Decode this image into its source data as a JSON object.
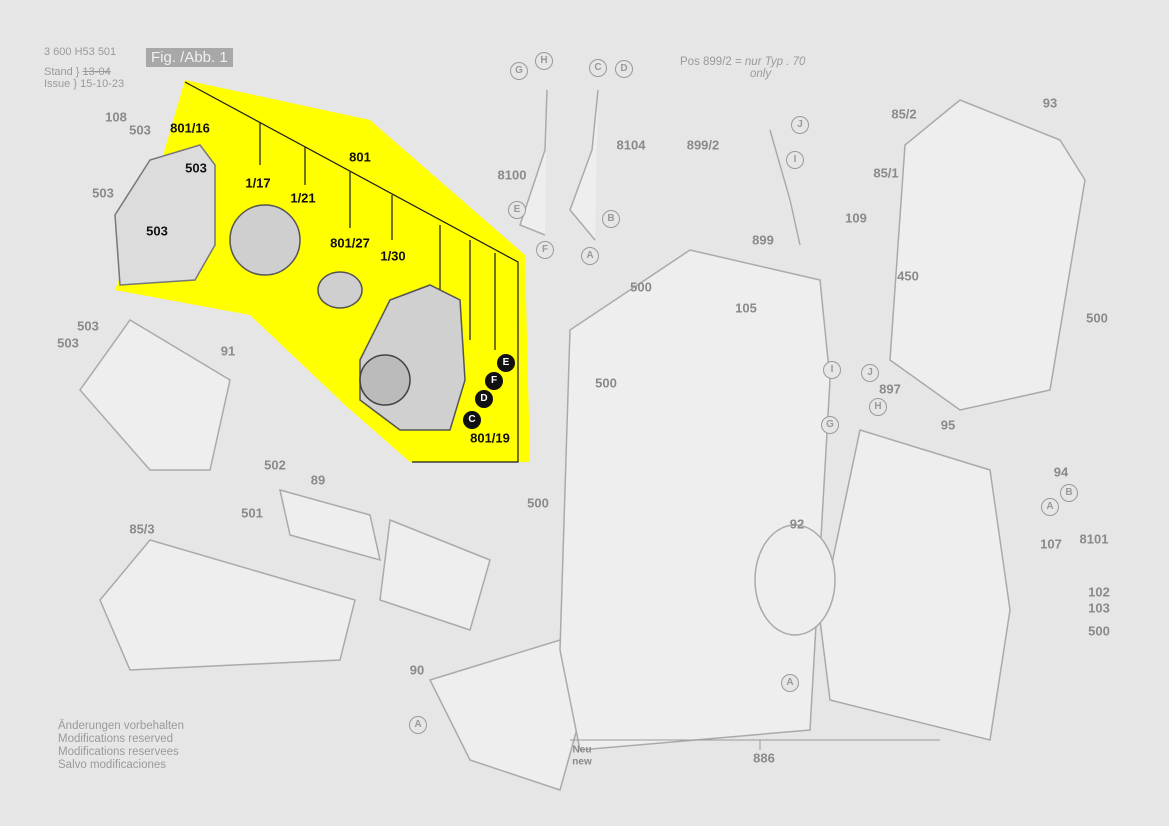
{
  "header": {
    "doc_number": "3 600 H53 501",
    "figure_label": "Fig. /Abb. 1",
    "stand_label": "Stand",
    "issue_label": "Issue",
    "old_date": "13-04",
    "issue_date": "15-10-23"
  },
  "note_pos": {
    "text": "Pos 899/2 =",
    "type_note": "nur Typ . 70",
    "only": "only"
  },
  "modifications": [
    "Änderungen vorbehalten",
    "Modifications reserved",
    "Modifications reservees",
    "Salvo modificaciones"
  ],
  "highlight_color": "#ffff00",
  "labels": {
    "p108": "108",
    "p503a": "503",
    "p801_16": "801/16",
    "p503b": "503",
    "p503c": "503",
    "p503d": "503",
    "p1_17": "1/17",
    "p1_21": "1/21",
    "p801": "801",
    "p801_27": "801/27",
    "p1_30": "1/30",
    "p503e": "503",
    "p503f": "503",
    "p91": "91",
    "p801_19": "801/19",
    "p8104": "8104",
    "p8100": "8100",
    "p899_2": "899/2",
    "p899": "899",
    "p109": "109",
    "p85_2": "85/2",
    "p93": "93",
    "p85_1": "85/1",
    "p450": "450",
    "p500a": "500",
    "p500b": "500",
    "p105": "105",
    "p500c": "500",
    "p897": "897",
    "p95": "95",
    "p94": "94",
    "p107": "107",
    "p8101": "8101",
    "p102": "102",
    "p103": "103",
    "p500d": "500",
    "p92": "92",
    "p500e": "500",
    "p502": "502",
    "p89": "89",
    "p501": "501",
    "p85_3": "85/3",
    "p90": "90",
    "p886": "886",
    "neu": "Neu",
    "new": "new"
  },
  "markers": {
    "E1": "E",
    "F1": "F",
    "D1": "D",
    "C1": "C",
    "G1": "G",
    "H1": "H",
    "C2": "C",
    "D2": "D",
    "E2": "E",
    "F2": "F",
    "B1": "B",
    "A1": "A",
    "J1": "J",
    "I1": "I",
    "I2": "I",
    "J2": "J",
    "G2": "G",
    "H2": "H",
    "A2": "A",
    "B2": "B",
    "A3": "A",
    "A4": "A"
  }
}
